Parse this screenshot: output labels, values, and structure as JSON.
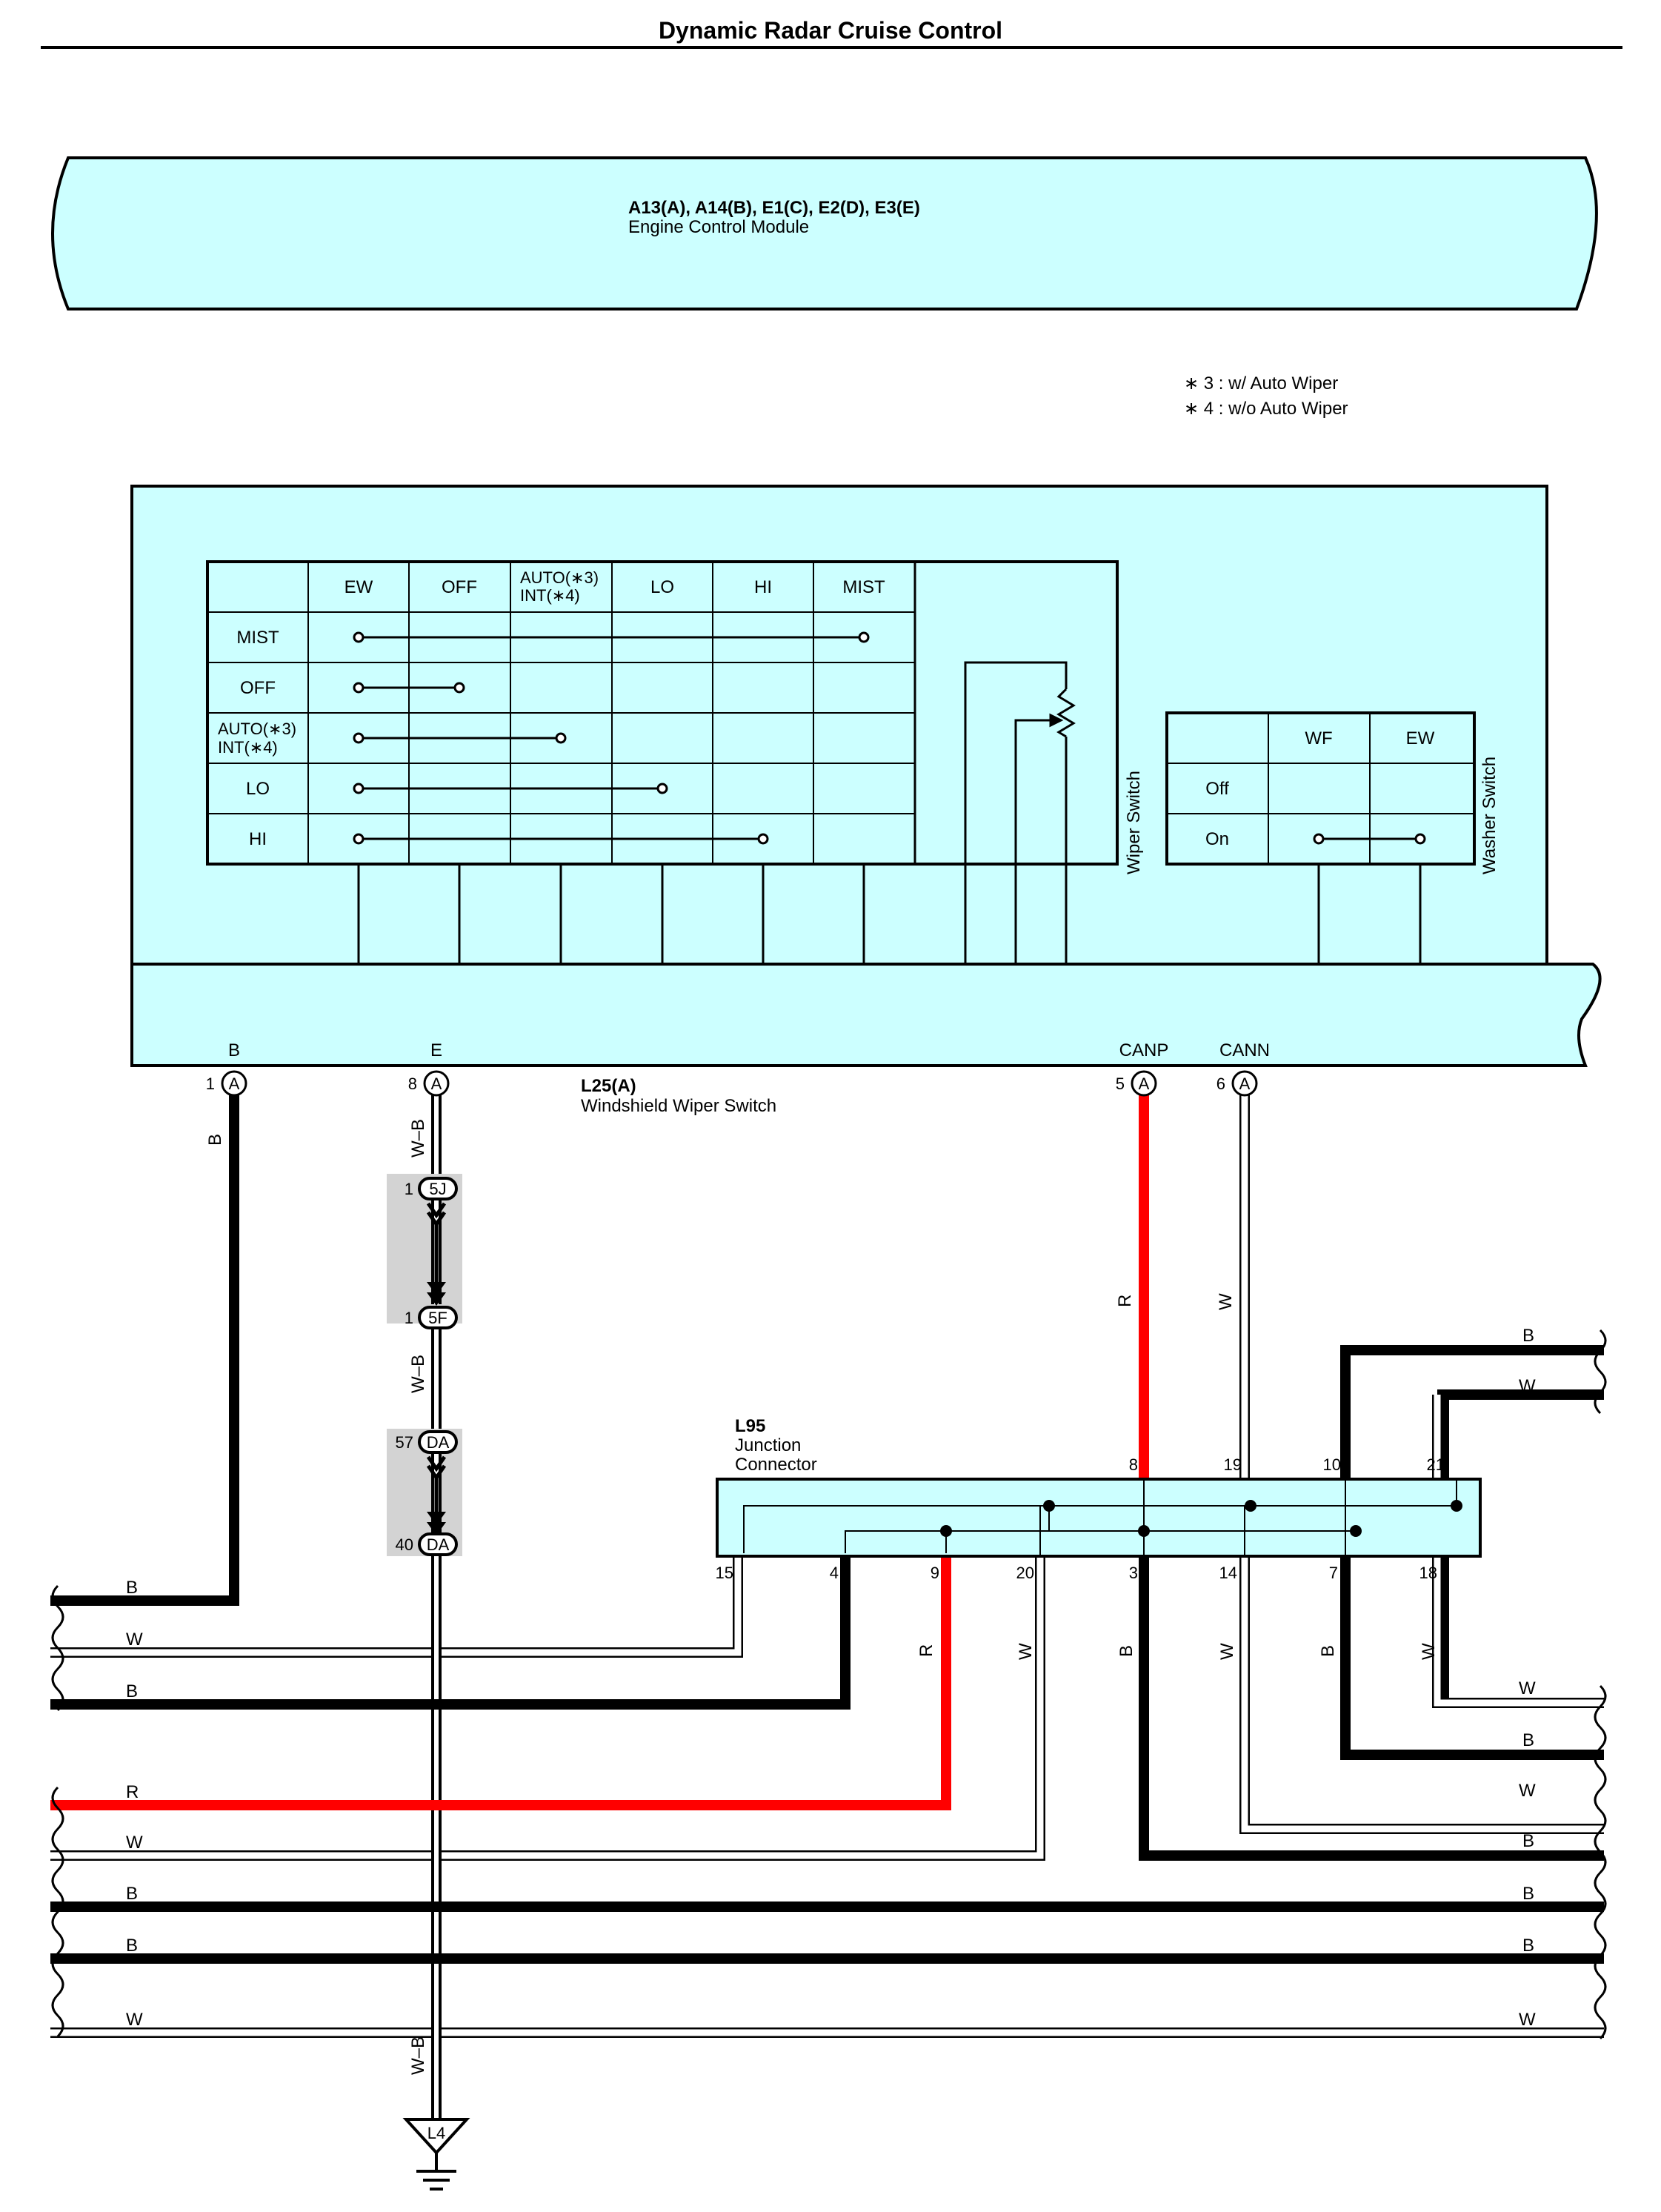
{
  "title": "Dynamic Radar Cruise Control",
  "ecm": {
    "connectors": "A13(A), A14(B), E1(C), E2(D), E3(E)",
    "name": "Engine Control Module"
  },
  "notes": [
    "∗ 3 : w/ Auto Wiper",
    "∗ 4 : w/o Auto Wiper"
  ],
  "wiper_switch": {
    "label": "Wiper Switch",
    "col_headers": [
      "EW",
      "OFF",
      "AUTO(∗3)",
      "INT(∗4)",
      "LO",
      "HI",
      "MIST"
    ],
    "row_headers": [
      "MIST",
      "OFF",
      "AUTO(∗3)",
      "INT(∗4)",
      "LO",
      "HI"
    ]
  },
  "washer_switch": {
    "label": "Washer Switch",
    "col_headers": [
      "WF",
      "EW"
    ],
    "row_headers": [
      "Off",
      "On"
    ]
  },
  "l25": {
    "code": "L25(A)",
    "name": "Windshield Wiper Switch",
    "terminals": [
      {
        "name": "B",
        "pin": "1",
        "conn": "A"
      },
      {
        "name": "E",
        "pin": "8",
        "conn": "A"
      },
      {
        "name": "CANP",
        "pin": "5",
        "conn": "A"
      },
      {
        "name": "CANN",
        "pin": "6",
        "conn": "A"
      }
    ]
  },
  "junctions": [
    {
      "top_pin": "1",
      "top": "5J",
      "bottom_pin": "1",
      "bottom": "5F"
    },
    {
      "top_pin": "57",
      "top": "DA",
      "bottom_pin": "40",
      "bottom": "DA"
    }
  ],
  "l95": {
    "code": "L95",
    "name1": "Junction",
    "name2": "Connector",
    "top_pins": [
      "8",
      "19",
      "10",
      "21"
    ],
    "bottom_pins": [
      "15",
      "4",
      "9",
      "20",
      "3",
      "14",
      "7",
      "18"
    ]
  },
  "wire_labels": {
    "b": "B",
    "wb": "W–B",
    "r": "R",
    "w": "W",
    "left": [
      "B",
      "W",
      "B",
      "R",
      "W",
      "B",
      "B",
      "W"
    ],
    "right": [
      "B",
      "W",
      "W",
      "B",
      "W",
      "B",
      "B",
      "B",
      "W"
    ],
    "l95_bottom": [
      "R",
      "W",
      "B",
      "W",
      "B",
      "W"
    ]
  },
  "ground": "L4",
  "colors": {
    "panel_fill": "#ccffff",
    "red_wire": "#ff0000",
    "black_wire": "#000000",
    "white_wire": "#ffffff",
    "junction_gray": "#d3d3d3"
  }
}
